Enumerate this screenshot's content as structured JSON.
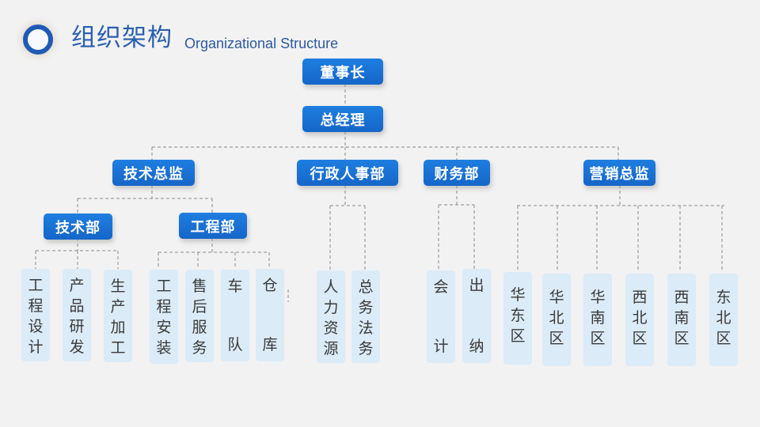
{
  "header": {
    "title": "组织架构",
    "subtitle": "Organizational Structure",
    "logo_icon": "ring-icon"
  },
  "colors": {
    "node_blue": "#1a72d6",
    "leaf_fill": "#dbebf7",
    "title_blue": "#2a5fb0",
    "background": "#f2f2f2"
  },
  "org": {
    "chairman": "董事长",
    "general_manager": "总经理",
    "directors": [
      {
        "label": "技术总监"
      },
      {
        "label": "行政人事部"
      },
      {
        "label": "财务部"
      },
      {
        "label": "营销总监"
      }
    ],
    "tech_departments": [
      {
        "label": "技术部"
      },
      {
        "label": "工程部"
      }
    ],
    "leaves": {
      "tech_dept": [
        {
          "chars": [
            "工",
            "程",
            "设",
            "计"
          ]
        },
        {
          "chars": [
            "产",
            "品",
            "研",
            "发"
          ]
        },
        {
          "chars": [
            "生",
            "产",
            "加",
            "工"
          ]
        }
      ],
      "engineering_dept": [
        {
          "chars": [
            "工",
            "程",
            "安",
            "装"
          ]
        },
        {
          "chars": [
            "售",
            "后",
            "服",
            "务"
          ]
        },
        {
          "chars": [
            "车",
            "队"
          ]
        },
        {
          "chars": [
            "仓",
            "库"
          ]
        }
      ],
      "admin_hr": [
        {
          "chars": [
            "人",
            "力",
            "资",
            "源"
          ]
        },
        {
          "chars": [
            "总",
            "务",
            "法",
            "务"
          ]
        }
      ],
      "finance": [
        {
          "chars": [
            "会",
            "计"
          ]
        },
        {
          "chars": [
            "出",
            "纳"
          ]
        }
      ],
      "marketing": [
        {
          "chars": [
            "华",
            "东",
            "区"
          ]
        },
        {
          "chars": [
            "华",
            "北",
            "区"
          ]
        },
        {
          "chars": [
            "华",
            "南",
            "区"
          ]
        },
        {
          "chars": [
            "西",
            "北",
            "区"
          ]
        },
        {
          "chars": [
            "西",
            "南",
            "区"
          ]
        },
        {
          "chars": [
            "东",
            "北",
            "区"
          ]
        }
      ]
    }
  }
}
